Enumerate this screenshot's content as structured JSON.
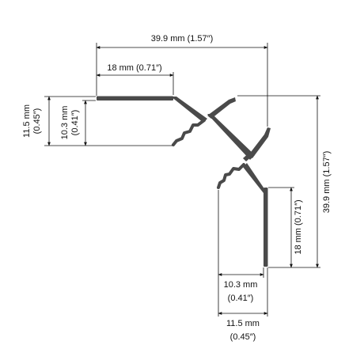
{
  "colors": {
    "profile": "#4a4a4a",
    "dimension": "#111111",
    "background": "#ffffff"
  },
  "dimensions": {
    "total_width": "39.9 mm (1.57″)",
    "top_flange": "18 mm (0.71″)",
    "left_outer_mm": "11.5 mm",
    "left_outer_in": "(0.45″)",
    "left_inner_mm": "10.3 mm",
    "left_inner_in": "(0.41″)",
    "total_height": "39.9 mm (1.57″)",
    "right_flange": "18 mm (0.71″)",
    "bottom_inner_mm": "10.3 mm",
    "bottom_inner_in": "(0.41″)",
    "bottom_outer_mm": "11.5 mm",
    "bottom_outer_in": "(0.45″)"
  }
}
